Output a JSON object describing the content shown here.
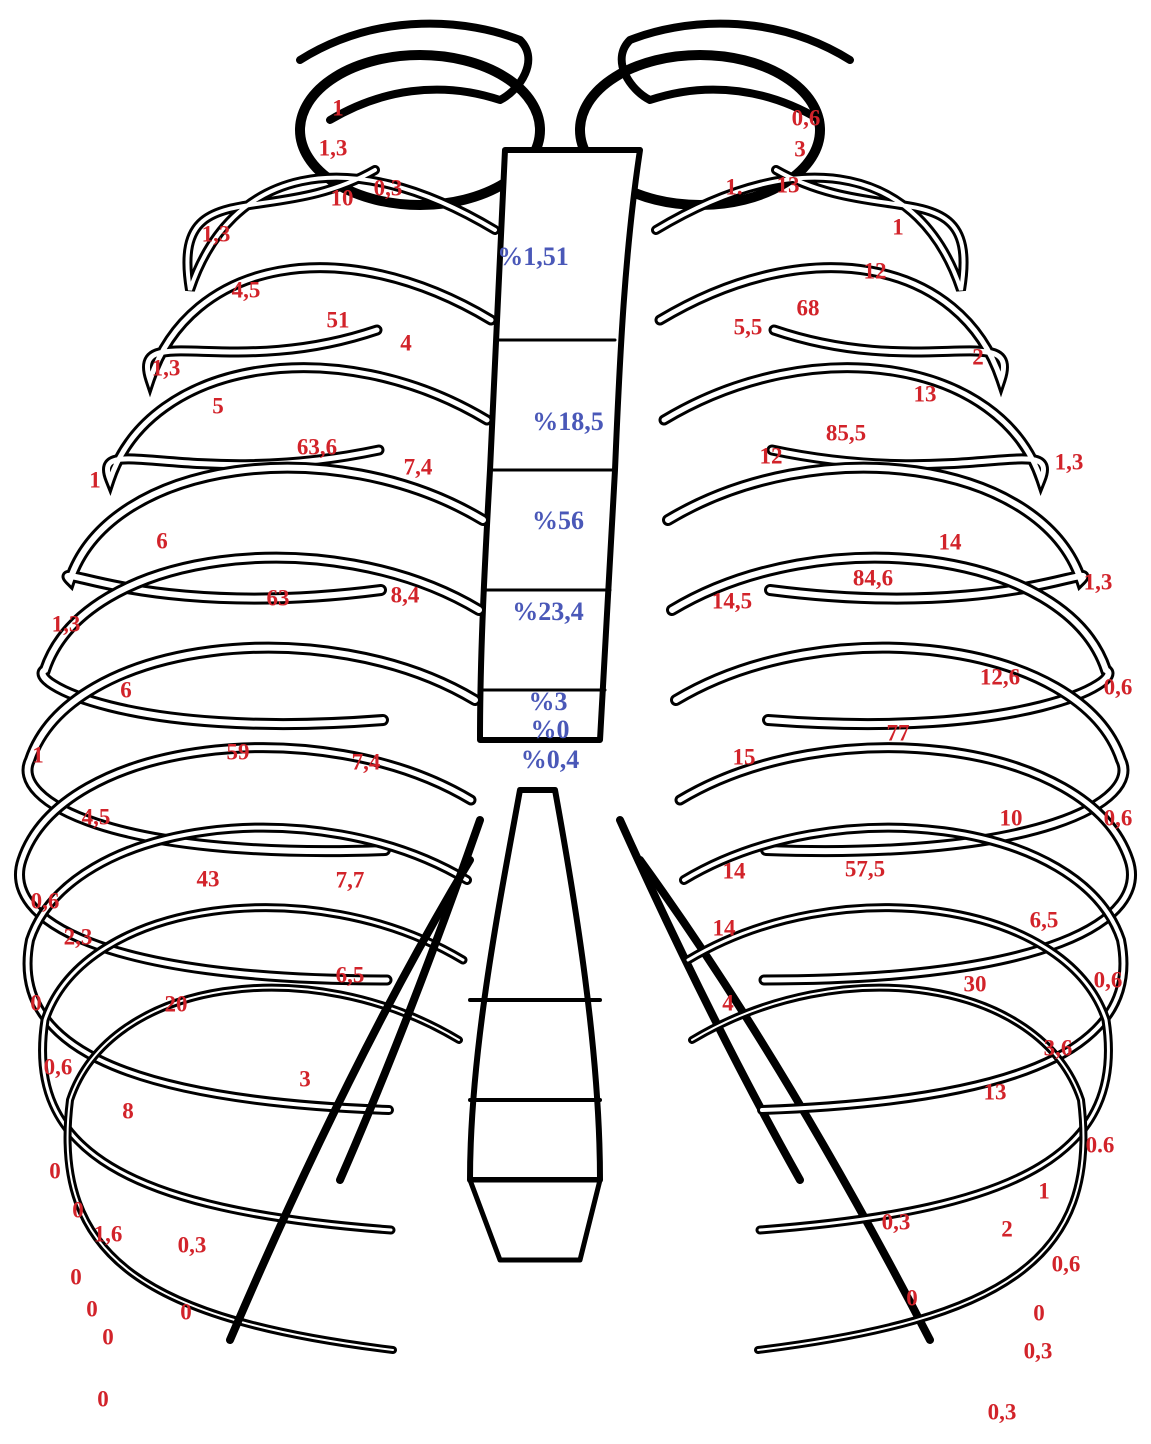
{
  "colors": {
    "rib_label": "#d2232a",
    "sternum_label": "#4a58b8",
    "outline": "#000000",
    "background": "#ffffff"
  },
  "sternum_labels": [
    "%1,51",
    "%18,5",
    "%56",
    "%23,4",
    "%3",
    "%0",
    "%0,4"
  ],
  "left_labels": [
    "1",
    "1,3",
    "10",
    "0,3",
    "1,3",
    "4,5",
    "51",
    "4",
    "1,3",
    "5",
    "63,6",
    "7,4",
    "1",
    "6",
    "63",
    "8,4",
    "1,3",
    "6",
    "59",
    "7,4",
    "1",
    "4,5",
    "43",
    "7,7",
    "0,6",
    "2,3",
    "20",
    "6,5",
    "0",
    "0,6",
    "8",
    "3",
    "0",
    "0",
    "1,6",
    "0,3",
    "0",
    "0",
    "0",
    "0",
    "0"
  ],
  "right_labels": [
    "0,6",
    "3",
    "13",
    "1.",
    "1",
    "12",
    "68",
    "5,5",
    "2",
    "13",
    "85,5",
    "12",
    "1,3",
    "14",
    "84,6",
    "14,5",
    "1,3",
    "12,6",
    "77",
    "15",
    "0,6",
    "10",
    "57,5",
    "14",
    "0,6",
    "6,5",
    "30",
    "14",
    "4",
    "0,6",
    "3,6",
    "13",
    "0.6",
    "1",
    "2",
    "0,3",
    "0,6",
    "0",
    "0,3",
    "0",
    "0,3"
  ]
}
